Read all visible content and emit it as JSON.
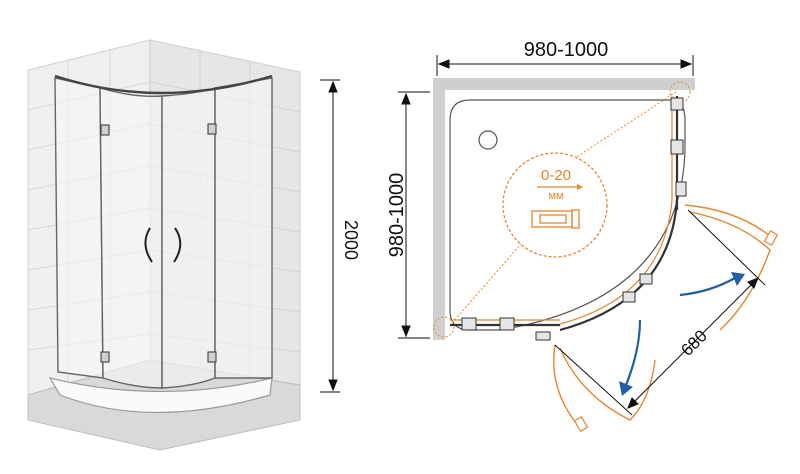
{
  "dimensions": {
    "width_label": "980-1000",
    "depth_label": "980-1000",
    "height_label": "2000",
    "door_opening_label": "680"
  },
  "adjustment": {
    "range": "0-20",
    "unit": "мм"
  },
  "colors": {
    "line": "#1a1a1a",
    "accent_orange": "#e8862a",
    "arrow_blue": "#1f5fa8",
    "wall_gray": "#c9c9c9",
    "tile_line": "#d6d6d6"
  }
}
